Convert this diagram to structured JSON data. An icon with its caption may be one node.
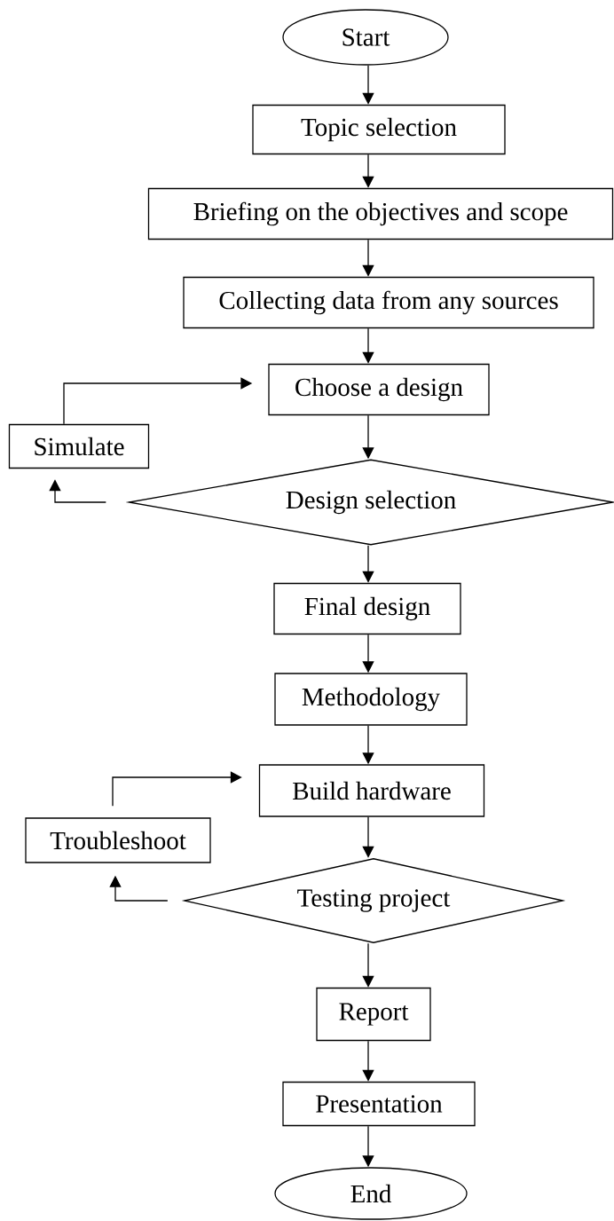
{
  "diagram": {
    "nodes": [
      {
        "text": [
          "Start"
        ]
      },
      {
        "text": [
          "Topic selection"
        ]
      },
      {
        "text": [
          "Briefing on the objectives and scope"
        ]
      },
      {
        "text": [
          "Collecting data from any sources"
        ]
      },
      {
        "text": [
          "Choose a design"
        ]
      },
      {
        "text": [
          "Simulate"
        ]
      },
      {
        "text": [
          "Design selection"
        ]
      },
      {
        "text": [
          "Final design"
        ]
      },
      {
        "text": [
          "Methodology"
        ]
      },
      {
        "text": [
          "Build hardware"
        ]
      },
      {
        "text": [
          "Troubleshoot"
        ]
      },
      {
        "text": [
          "Testing project"
        ]
      },
      {
        "text": [
          "Report"
        ]
      },
      {
        "text": [
          "Presentation"
        ]
      },
      {
        "text": [
          "End"
        ]
      }
    ],
    "edges": [
      {
        "from": 0,
        "to": 1,
        "arrow": "to"
      },
      {
        "from": 1,
        "to": 2,
        "arrow": "to"
      },
      {
        "from": 2,
        "to": 3,
        "arrow": "to"
      },
      {
        "from": 3,
        "to": 4,
        "arrow": "to"
      },
      {
        "from": 4,
        "to": 6,
        "arrow": "to"
      },
      {
        "from": 6,
        "to": 5,
        "arrow": "to"
      },
      {
        "from": 5,
        "to": 4,
        "arrow": "to"
      },
      {
        "from": 6,
        "to": 7,
        "arrow": "to"
      },
      {
        "from": 7,
        "to": 8,
        "arrow": "to"
      },
      {
        "from": 8,
        "to": 9,
        "arrow": "to"
      },
      {
        "from": 9,
        "to": 11,
        "arrow": "to"
      },
      {
        "from": 11,
        "to": 10,
        "arrow": "to"
      },
      {
        "from": 10,
        "to": 9,
        "arrow": "to"
      },
      {
        "from": 11,
        "to": 12,
        "arrow": "to"
      },
      {
        "from": 12,
        "to": 13,
        "arrow": "to"
      },
      {
        "from": 13,
        "to": 14,
        "arrow": "to"
      }
    ]
  }
}
